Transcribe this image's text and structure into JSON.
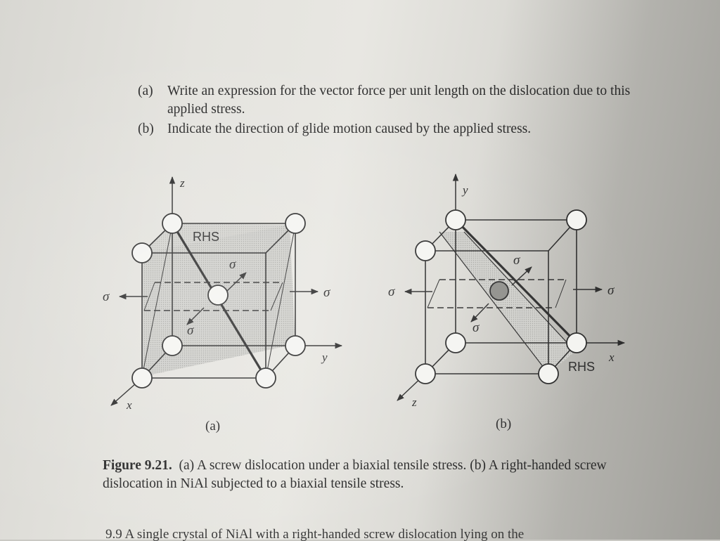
{
  "questions": [
    {
      "tag": "(a)",
      "text": "Write an expression for the vector force per unit length on the dislocation due to this applied stress."
    },
    {
      "tag": "(b)",
      "text": "Indicate the direction of glide motion caused by the applied stress."
    }
  ],
  "figure_a": {
    "axis_top": "z",
    "axis_right": "y",
    "axis_bottom": "x",
    "plane_label": "RHS",
    "sigma": "σ",
    "sublabel": "(a)"
  },
  "figure_b": {
    "axis_top": "y",
    "axis_right": "x",
    "axis_bottom": "z",
    "plane_label": "RHS",
    "sigma": "σ",
    "sublabel": "(b)"
  },
  "caption": {
    "label": "Figure 9.21.",
    "text": "(a) A screw dislocation under a biaxial tensile stress. (b) A right-handed screw dislocation in NiAl subjected to a biaxial tensile stress."
  },
  "cut_line": "9.9 A single crystal of NiAl with a right-handed screw dislocation lying on the"
}
